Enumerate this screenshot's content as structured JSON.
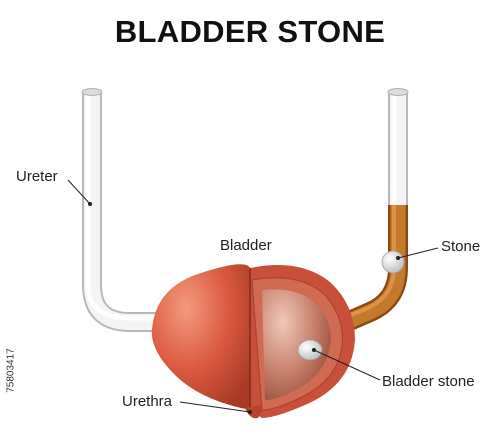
{
  "title": "BLADDER STONE",
  "labels": {
    "ureter": "Ureter",
    "bladder": "Bladder",
    "stone": "Stone",
    "bladder_stone": "Bladder stone",
    "urethra": "Urethra"
  },
  "side_id": "75803417",
  "colors": {
    "bladder_outer": "#d9583f",
    "bladder_inner": "#c56a55",
    "ureter_white": "#f2f2f2",
    "ureter_brown": "#b5651d",
    "stone": "#eeeeee"
  }
}
